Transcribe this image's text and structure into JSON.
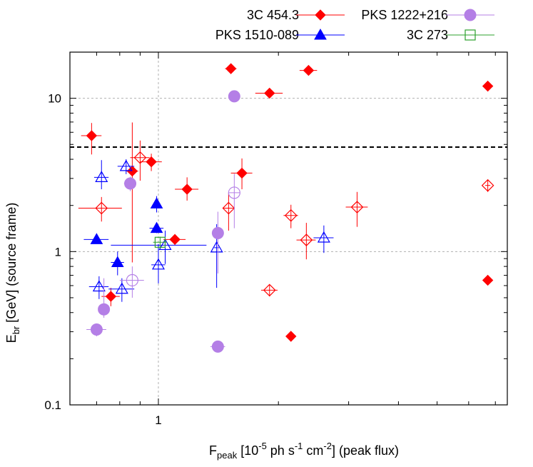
{
  "chart_data": {
    "type": "scatter",
    "x_scale": "log",
    "y_scale": "log",
    "xlim": [
      0.6,
      7.5
    ],
    "ylim": [
      0.1,
      20
    ],
    "x_ticks": [
      {
        "value": 1,
        "label": "1"
      }
    ],
    "y_ticks": [
      {
        "value": 0.1,
        "label": "0.1"
      },
      {
        "value": 1,
        "label": "1"
      },
      {
        "value": 10,
        "label": "10"
      }
    ],
    "grid": true,
    "legend_position": "top",
    "xlabel": {
      "main": "F",
      "sub": "peak",
      "rest": " [10",
      "sup1": "-5",
      "rest2": " ph s",
      "sup2": "-1",
      "rest3": " cm",
      "sup3": "-2",
      "rest4": "] (peak flux)"
    },
    "ylabel": {
      "main": "E",
      "sub": "br",
      "rest": " [GeV] (source frame)"
    },
    "reference_line": {
      "y": 4.8,
      "style": "dashed"
    },
    "series": [
      {
        "name": "3C 454.3",
        "color": "#ff0000",
        "marker": "diamond",
        "filled_points": [
          {
            "x": 0.68,
            "y": 5.7,
            "xerr": [
              0.04,
              0.04
            ],
            "yerr": [
              1.4,
              1.2
            ]
          },
          {
            "x": 0.76,
            "y": 0.51,
            "xerr": [
              0.04,
              0.04
            ],
            "yerr": [
              0.07,
              0.07
            ]
          },
          {
            "x": 0.86,
            "y": 3.35,
            "xerr": [
              0.03,
              0.03
            ],
            "yerr": [
              2.5,
              3.6
            ]
          },
          {
            "x": 0.96,
            "y": 3.85,
            "xerr": [
              0.06,
              0.06
            ],
            "yerr": [
              0.5,
              0.5
            ]
          },
          {
            "x": 1.1,
            "y": 1.2,
            "xerr": [
              0.07,
              0.07
            ],
            "yerr": [
              0.1,
              0.1
            ]
          },
          {
            "x": 1.18,
            "y": 2.55,
            "xerr": [
              0.08,
              0.08
            ],
            "yerr": [
              0.4,
              0.5
            ]
          },
          {
            "x": 1.52,
            "y": 15.6,
            "xerr": [
              0.05,
              0.05
            ],
            "yerr": [
              1.0,
              1.0
            ]
          },
          {
            "x": 1.62,
            "y": 3.25,
            "xerr": [
              0.1,
              0.1
            ],
            "yerr": [
              0.7,
              0.8
            ]
          },
          {
            "x": 1.9,
            "y": 10.8,
            "xerr": [
              0.15,
              0.15
            ],
            "yerr": [
              0.5,
              0.5
            ]
          },
          {
            "x": 2.15,
            "y": 0.28,
            "xerr": [
              0.05,
              0.05
            ],
            "yerr": [
              0.01,
              0.01
            ]
          },
          {
            "x": 2.38,
            "y": 15.2,
            "xerr": [
              0.12,
              0.12
            ],
            "yerr": [
              0.6,
              0.6
            ]
          },
          {
            "x": 6.7,
            "y": 12.0,
            "xerr": [
              0,
              0
            ],
            "yerr": [
              0.5,
              0.5
            ]
          },
          {
            "x": 6.7,
            "y": 0.65,
            "xerr": [
              0,
              0
            ],
            "yerr": [
              0.02,
              0.02
            ]
          }
        ],
        "open_points": [
          {
            "x": 0.72,
            "y": 1.92,
            "xerr": [
              0.09,
              0.09
            ],
            "yerr": [
              0.35,
              0.35
            ]
          },
          {
            "x": 0.9,
            "y": 4.1,
            "xerr": [
              0.05,
              0.05
            ],
            "yerr": [
              1.2,
              1.2
            ]
          },
          {
            "x": 1.5,
            "y": 1.92,
            "xerr": [
              0.05,
              0.05
            ],
            "yerr": [
              0.55,
              0.5
            ]
          },
          {
            "x": 1.9,
            "y": 0.56,
            "xerr": [
              0.09,
              0.09
            ],
            "yerr": [
              0.05,
              0.05
            ]
          },
          {
            "x": 2.15,
            "y": 1.72,
            "xerr": [
              0.09,
              0.09
            ],
            "yerr": [
              0.3,
              0.3
            ]
          },
          {
            "x": 2.35,
            "y": 1.19,
            "xerr": [
              0.13,
              0.13
            ],
            "yerr": [
              0.3,
              0.35
            ]
          },
          {
            "x": 3.15,
            "y": 1.95,
            "xerr": [
              0.2,
              0.2
            ],
            "yerr": [
              0.5,
              0.5
            ]
          },
          {
            "x": 6.7,
            "y": 2.7,
            "xerr": [
              0.1,
              0.1
            ],
            "yerr": [
              0.25,
              0.25
            ]
          }
        ]
      },
      {
        "name": "PKS 1510-089",
        "color": "#0000ff",
        "marker": "triangle",
        "filled_points": [
          {
            "x": 0.7,
            "y": 1.2,
            "xerr": [
              0.05,
              0.05
            ],
            "yerr": [
              0.06,
              0.06
            ]
          },
          {
            "x": 0.79,
            "y": 0.85,
            "xerr": [
              0.03,
              0.03
            ],
            "yerr": [
              0.15,
              0.15
            ]
          },
          {
            "x": 0.99,
            "y": 2.05,
            "xerr": [
              0.01,
              0.01
            ],
            "yerr": [
              0.25,
              0.25
            ]
          },
          {
            "x": 0.99,
            "y": 1.42,
            "xerr": [
              0.04,
              0.04
            ],
            "yerr": [
              0.1,
              0.1
            ]
          }
        ],
        "open_points": [
          {
            "x": 0.71,
            "y": 0.59,
            "xerr": [
              0.04,
              0.04
            ],
            "yerr": [
              0.1,
              0.1
            ]
          },
          {
            "x": 0.72,
            "y": 3.05,
            "xerr": [
              0.03,
              0.03
            ],
            "yerr": [
              0.5,
              0.9
            ]
          },
          {
            "x": 0.81,
            "y": 0.57,
            "xerr": [
              0.06,
              0.06
            ],
            "yerr": [
              0.1,
              0.1
            ]
          },
          {
            "x": 0.83,
            "y": 3.6,
            "xerr": [
              0.04,
              0.04
            ],
            "yerr": [
              0.4,
              0.4
            ]
          },
          {
            "x": 1.0,
            "y": 0.82,
            "xerr": [
              0.04,
              0.04
            ],
            "yerr": [
              0.2,
              0.3
            ]
          },
          {
            "x": 1.04,
            "y": 1.1,
            "xerr": [
              0.28,
              0.28
            ],
            "yerr": [
              0.27,
              0.27
            ]
          },
          {
            "x": 1.4,
            "y": 1.06,
            "xerr": [
              0.02,
              0.02
            ],
            "yerr": [
              0.48,
              0.45
            ]
          },
          {
            "x": 2.6,
            "y": 1.23,
            "xerr": [
              0.15,
              0.15
            ],
            "yerr": [
              0.25,
              0.25
            ]
          }
        ]
      },
      {
        "name": "PKS 1222+216",
        "color": "#b47fe6",
        "marker": "circle",
        "filled_points": [
          {
            "x": 0.7,
            "y": 0.31,
            "xerr": [
              0.04,
              0.04
            ],
            "yerr": [
              0.03,
              0.03
            ]
          },
          {
            "x": 0.73,
            "y": 0.42,
            "xerr": [
              0.02,
              0.02
            ],
            "yerr": [
              0.05,
              0.25
            ]
          },
          {
            "x": 0.85,
            "y": 2.78,
            "xerr": [
              0.03,
              0.03
            ],
            "yerr": [
              0.3,
              0.3
            ]
          },
          {
            "x": 1.41,
            "y": 0.24,
            "xerr": [
              0.06,
              0.06
            ],
            "yerr": [
              0.01,
              0.01
            ]
          },
          {
            "x": 1.41,
            "y": 1.32,
            "xerr": [
              0.03,
              0.03
            ],
            "yerr": [
              0.6,
              0.5
            ]
          },
          {
            "x": 1.55,
            "y": 10.3,
            "xerr": [
              0,
              0
            ],
            "yerr": [
              0.3,
              0.3
            ]
          }
        ],
        "open_points": [
          {
            "x": 0.86,
            "y": 0.65,
            "xerr": [
              0.06,
              0.06
            ],
            "yerr": [
              0.15,
              0.15
            ]
          },
          {
            "x": 1.55,
            "y": 2.42,
            "xerr": [
              0.05,
              0.05
            ],
            "yerr": [
              1.0,
              0.8
            ]
          }
        ]
      },
      {
        "name": "3C 273",
        "color": "#2ca02c",
        "marker": "square",
        "filled_points": [],
        "open_points": [
          {
            "x": 1.01,
            "y": 1.15,
            "xerr": [
              0.04,
              0.04
            ],
            "yerr": [
              0.1,
              0.1
            ]
          }
        ]
      }
    ]
  }
}
